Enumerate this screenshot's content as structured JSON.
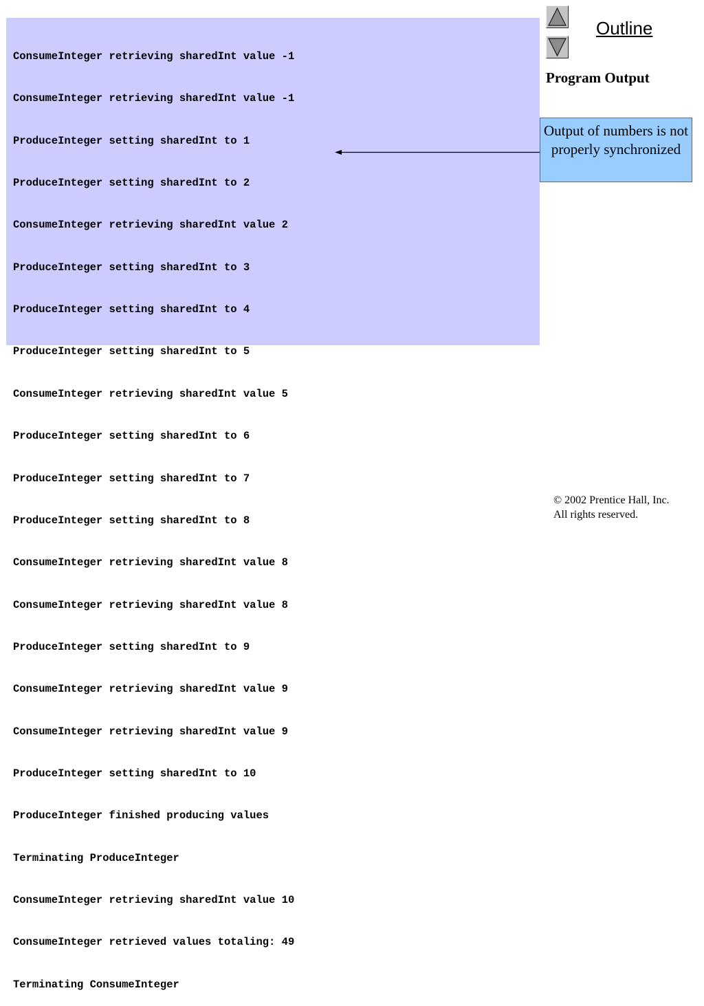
{
  "output": {
    "lines": [
      "ConsumeInteger retrieving sharedInt value -1",
      "ConsumeInteger retrieving sharedInt value -1",
      "ProduceInteger setting sharedInt to 1",
      "ProduceInteger setting sharedInt to 2",
      "ConsumeInteger retrieving sharedInt value 2",
      "ProduceInteger setting sharedInt to 3",
      "ProduceInteger setting sharedInt to 4",
      "ProduceInteger setting sharedInt to 5",
      "ConsumeInteger retrieving sharedInt value 5",
      "ProduceInteger setting sharedInt to 6",
      "ProduceInteger setting sharedInt to 7",
      "ProduceInteger setting sharedInt to 8",
      "ConsumeInteger retrieving sharedInt value 8",
      "ConsumeInteger retrieving sharedInt value 8",
      "ProduceInteger setting sharedInt to 9",
      "ConsumeInteger retrieving sharedInt value 9",
      "ConsumeInteger retrieving sharedInt value 9",
      "ProduceInteger setting sharedInt to 10",
      "ProduceInteger finished producing values",
      "Terminating ProduceInteger",
      "ConsumeInteger retrieving sharedInt value 10",
      "ConsumeInteger retrieved values totaling: 49",
      "Terminating ConsumeInteger"
    ]
  },
  "nav": {
    "outline_label": "Outline",
    "up_icon": "triangle-up-icon",
    "down_icon": "triangle-down-icon"
  },
  "sidebar": {
    "heading": "Program Output"
  },
  "callout": {
    "text": "Output of numbers is not properly synchronized"
  },
  "footer": {
    "copyright_line1": "© 2002 Prentice Hall, Inc.",
    "copyright_line2": "All rights reserved."
  },
  "colors": {
    "output_background": "#ccccff",
    "callout_background": "#99ccff"
  }
}
